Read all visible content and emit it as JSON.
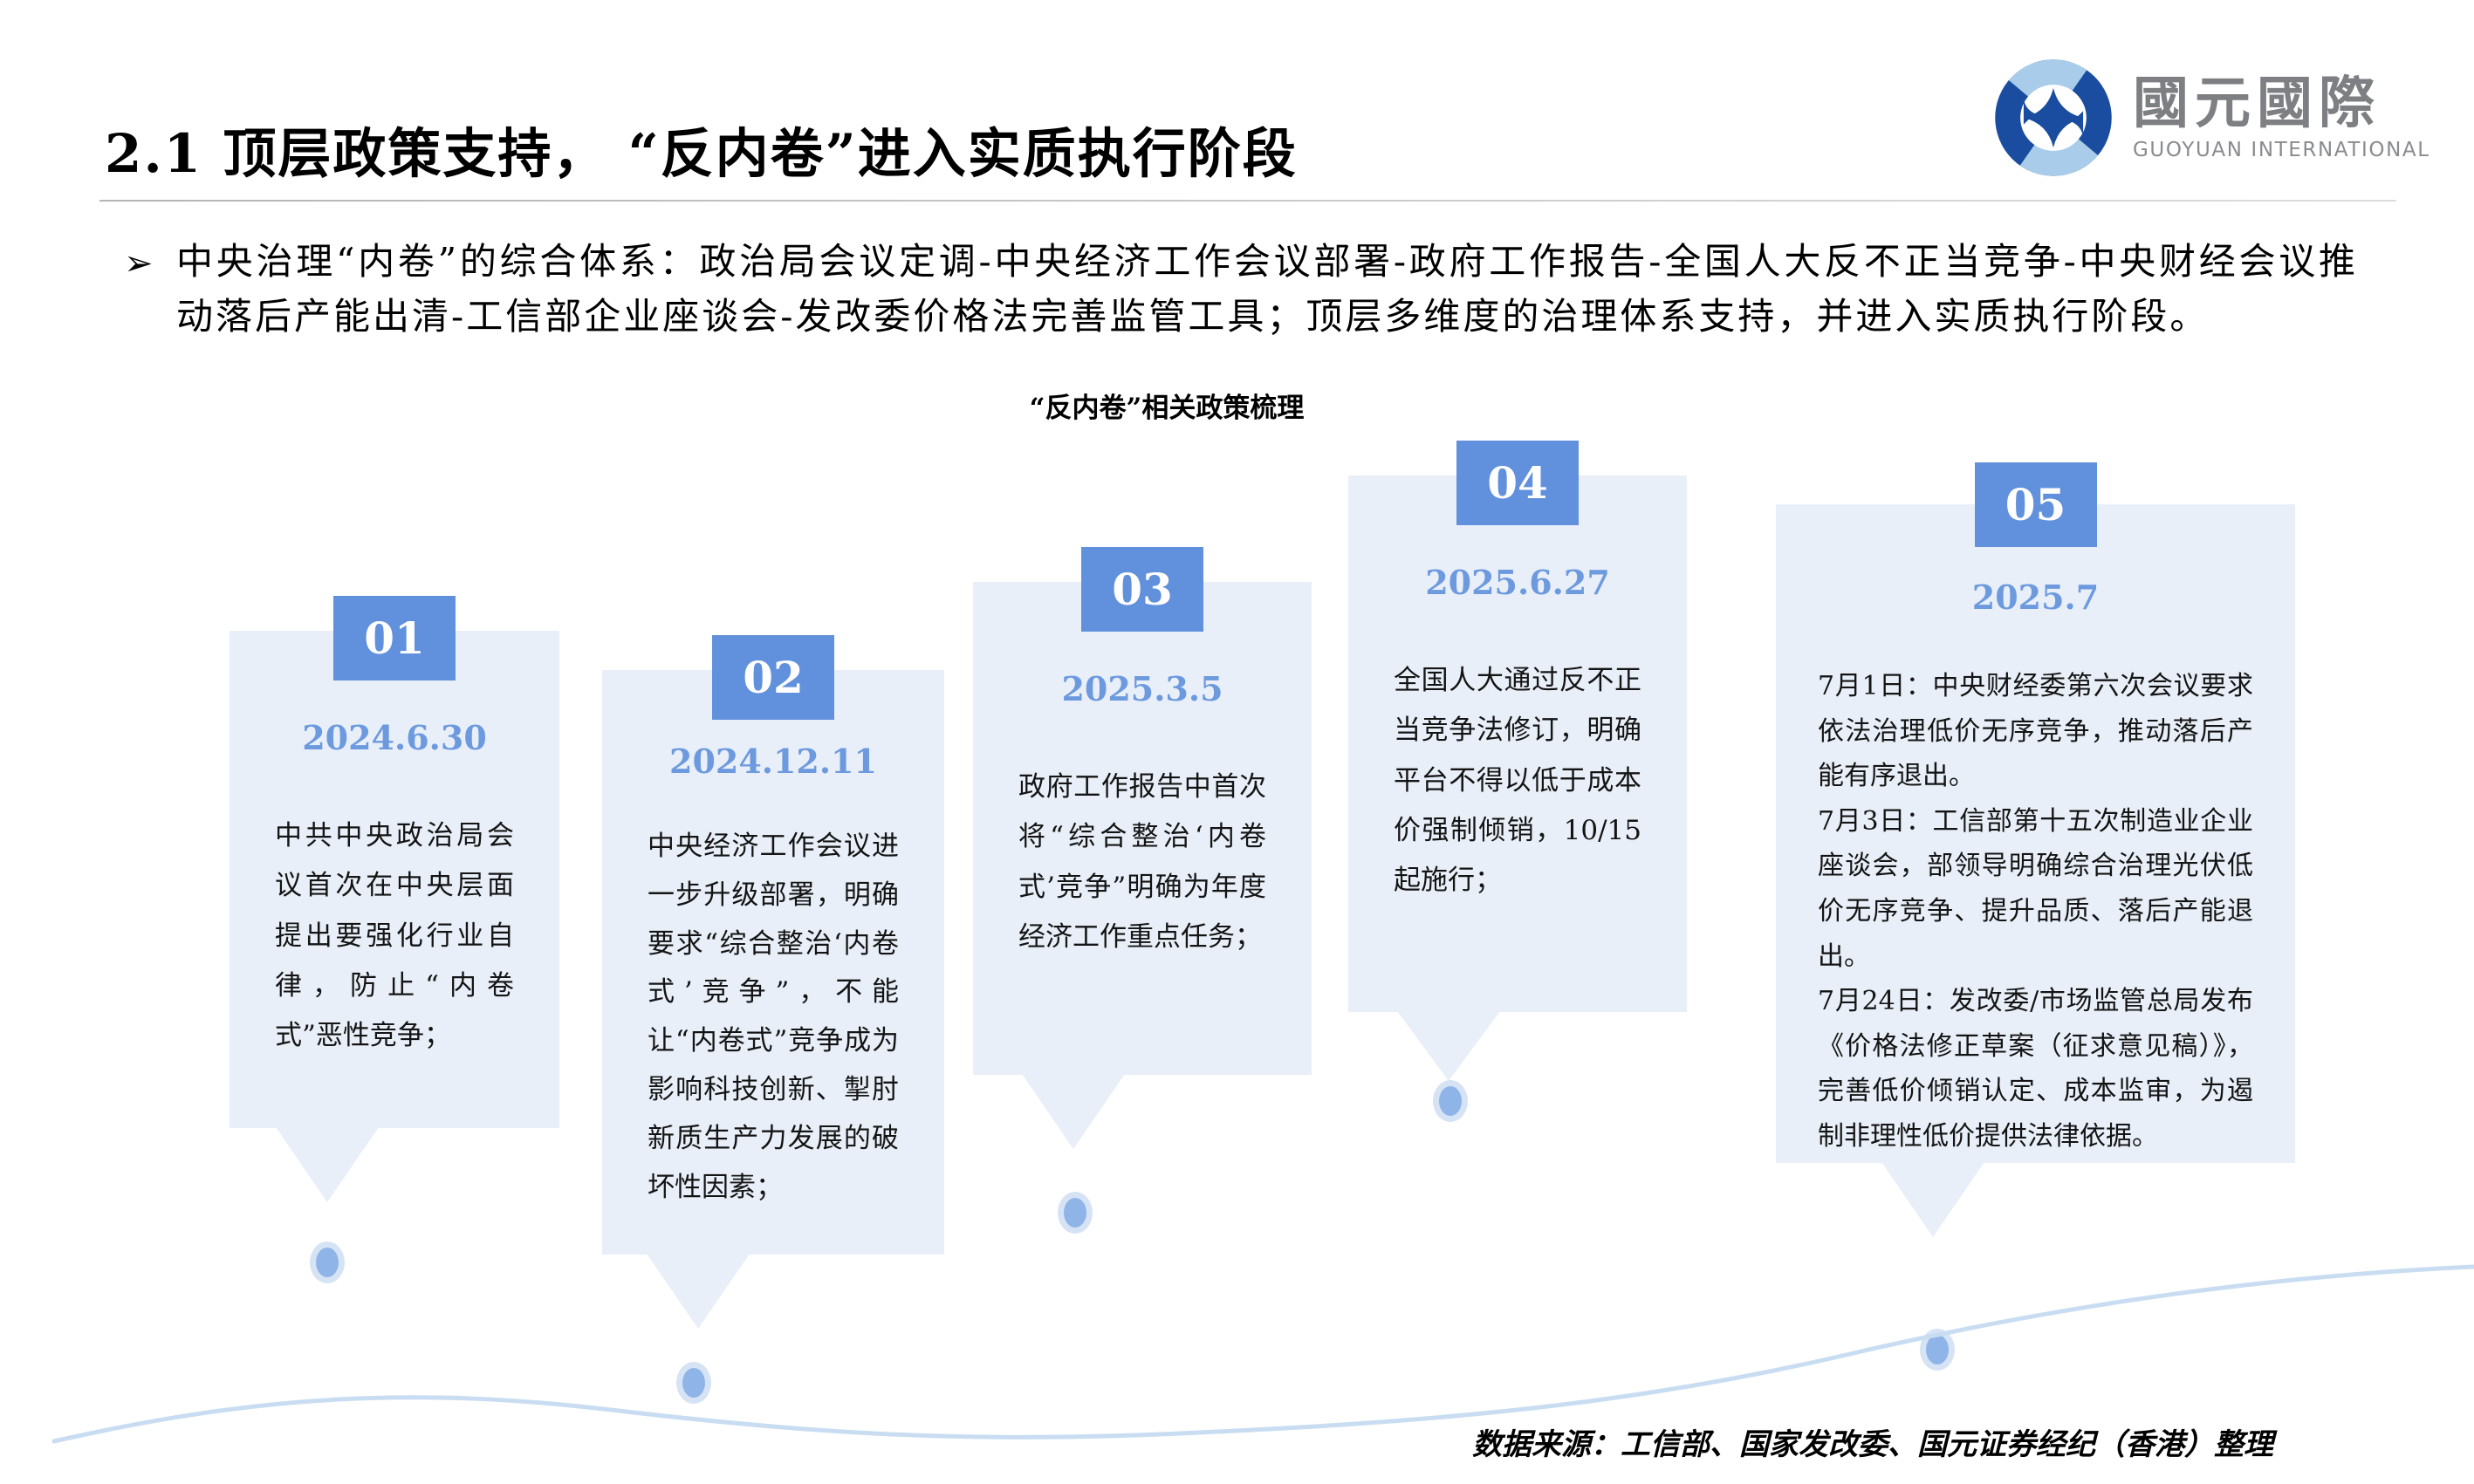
{
  "slide": {
    "title": "2.1 顶层政策支持， “反内卷”进入实质执行阶段",
    "bullet_marker": "➢",
    "bullet": "中央治理“内卷”的综合体系：政治局会议定调-中央经济工作会议部署-政府工作报告-全国人大反不正当竞争-中央财经会议推动落后产能出清-工信部企业座谈会-发改委价格法完善监管工具；顶层多维度的治理体系支持，并进入实质执行阶段。",
    "chart_title": "“反内卷”相关政策梳理",
    "source": "数据来源：工信部、国家发改委、国元证券经纪（香港）整理"
  },
  "logo": {
    "cn": "國元國際",
    "en": "GUOYUAN INTERNATIONAL"
  },
  "colors": {
    "badge_blue": "#6190DC",
    "card_bg": "#E9EFF8",
    "date_blue": "#6D9ADF",
    "dot_blue": "#8FB4E8",
    "wave_blue": "#C9DDF2",
    "logo_dark_blue": "#1A4DA0",
    "logo_light_blue": "#A9CCEA",
    "logo_gray": "#7E7F83"
  },
  "timeline": {
    "items": [
      {
        "num": "01",
        "date": "2024.6.30",
        "body": "中共中央政治局会议首次在中央层面提出要强化行业自律，防止“内卷式”恶性竞争；"
      },
      {
        "num": "02",
        "date": "2024.12.11",
        "body": "中央经济工作会议进一步升级部署，明确要求“综合整治‘内卷式’竞争”，不能让“内卷式”竞争成为影响科技创新、掣肘新质生产力发展的破坏性因素；"
      },
      {
        "num": "03",
        "date": "2025.3.5",
        "body": "政府工作报告中首次将“综合整治‘内卷式’竞争”明确为年度经济工作重点任务；"
      },
      {
        "num": "04",
        "date": "2025.6.27",
        "body": "全国人大通过反不正当竞争法修订，明确平台不得以低于成本价强制倾销，10/15起施行；"
      },
      {
        "num": "05",
        "date": "2025.7",
        "body_lines": [
          "7月1日：中央财经委第六次会议要求依法治理低价无序竞争，推动落后产能有序退出。",
          "7月3日：工信部第十五次制造业企业座谈会，部领导明确综合治理光伏低价无序竞争、提升品质、落后产能退出。",
          "7月24日：发改委/市场监管总局发布《价格法修正草案（征求意见稿）》，完善低价倾销认定、成本监审，为遏制非理性低价提供法律依据。"
        ]
      }
    ]
  }
}
